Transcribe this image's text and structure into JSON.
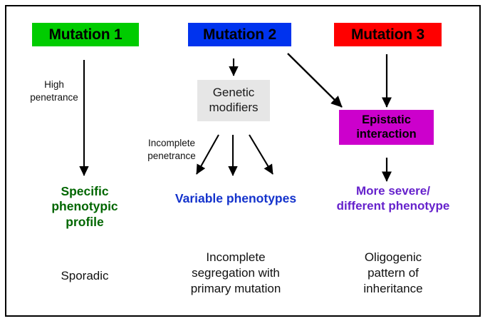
{
  "diagram": {
    "title": "Mutation penetrance and phenotype outcomes flowchart",
    "colors": {
      "mutation1": "#00CC00",
      "mutation2": "#0033EE",
      "mutation3": "#FF0000",
      "genetic_modifiers": "#E6E6E6",
      "epistatic_interaction": "#CC00CC",
      "outcome_green": "#006600",
      "outcome_blue": "#1433CC",
      "outcome_purple": "#6622CC",
      "arrow": "#000000",
      "frame": "#000000",
      "background": "#FFFFFF"
    },
    "nodes": {
      "mutation1": "Mutation 1",
      "mutation2": "Mutation 2",
      "mutation3": "Mutation 3",
      "genetic_modifiers": "Genetic\nmodifiers",
      "epistatic_interaction": "Epistatic\ninteraction"
    },
    "edge_labels": {
      "high_penetrance": "High\npenetrance",
      "incomplete_penetrance": "Incomplete\npenetrance"
    },
    "outcomes": {
      "specific_phenotypic_profile": "Specific\nphenotypic\nprofile",
      "variable_phenotypes": "Variable phenotypes",
      "more_severe_different_phenotype": "More severe/\ndifferent phenotype"
    },
    "notes": {
      "sporadic": "Sporadic",
      "incomplete_segregation": "Incomplete\nsegregation with\nprimary mutation",
      "oligogenic": "Oligogenic\npattern of\ninheritance"
    },
    "branches": [
      {
        "source": "Mutation 1",
        "label": "High penetrance",
        "outcome": "Specific phenotypic profile",
        "note": "Sporadic"
      },
      {
        "source": "Mutation 2",
        "intermediate": "Genetic modifiers",
        "label": "Incomplete penetrance",
        "outcome": "Variable phenotypes",
        "note": "Incomplete segregation with primary mutation"
      },
      {
        "source": "Mutation 2 + Mutation 3",
        "intermediate": "Epistatic interaction",
        "label": "",
        "outcome": "More severe/different phenotype",
        "note": "Oligogenic pattern of inheritance"
      }
    ]
  }
}
